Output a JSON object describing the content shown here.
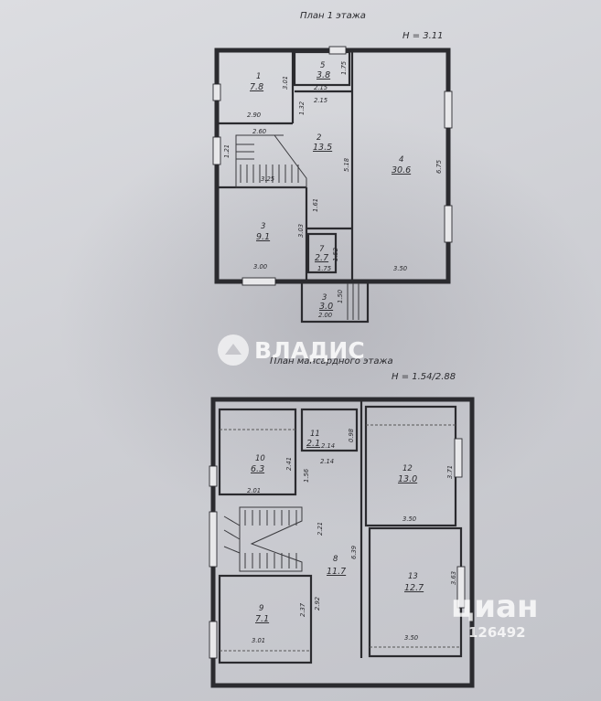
{
  "plan1": {
    "title": "План 1 этажа",
    "height": "H = 3.11",
    "rooms": [
      {
        "num": "1",
        "area": "7.8"
      },
      {
        "num": "2",
        "area": "13.5"
      },
      {
        "num": "3",
        "area": "9.1"
      },
      {
        "num": "4",
        "area": "30.6"
      },
      {
        "num": "5",
        "area": "3.8"
      },
      {
        "num": "7",
        "area": "2.7"
      },
      {
        "num": "3",
        "area": "3.0"
      }
    ],
    "dims": [
      "2.90",
      "3.01",
      "1.32",
      "2.15",
      "2.15",
      "1.75",
      "5.18",
      "6.75",
      "3.25",
      "1.21",
      "2.60",
      "1.61",
      "3.03",
      "1.52",
      "1.75",
      "3.00",
      "3.50",
      "1.50",
      "2.00"
    ]
  },
  "plan2": {
    "title": "План мансардного этажа",
    "height": "H = 1.54/2.88",
    "rooms": [
      {
        "num": "10",
        "area": "6.3"
      },
      {
        "num": "11",
        "area": "2.1"
      },
      {
        "num": "12",
        "area": "13.0"
      },
      {
        "num": "8",
        "area": "11.7"
      },
      {
        "num": "13",
        "area": "12.7"
      },
      {
        "num": "9",
        "area": "7.1"
      }
    ],
    "dims": [
      "2.41",
      "1.56",
      "0.98",
      "2.14",
      "2.14",
      "2.01",
      "3.71",
      "3.50",
      "2.21",
      "6.39",
      "3.63",
      "2.37",
      "2.92",
      "3.01",
      "3.50"
    ]
  },
  "watermarks": {
    "vladis": "ВЛАДИС",
    "cian": "циан",
    "cian_id": "126492"
  },
  "colors": {
    "ink": "#2b2b2f",
    "paper": "#d8d9dd",
    "watermark": "#ffffff"
  }
}
